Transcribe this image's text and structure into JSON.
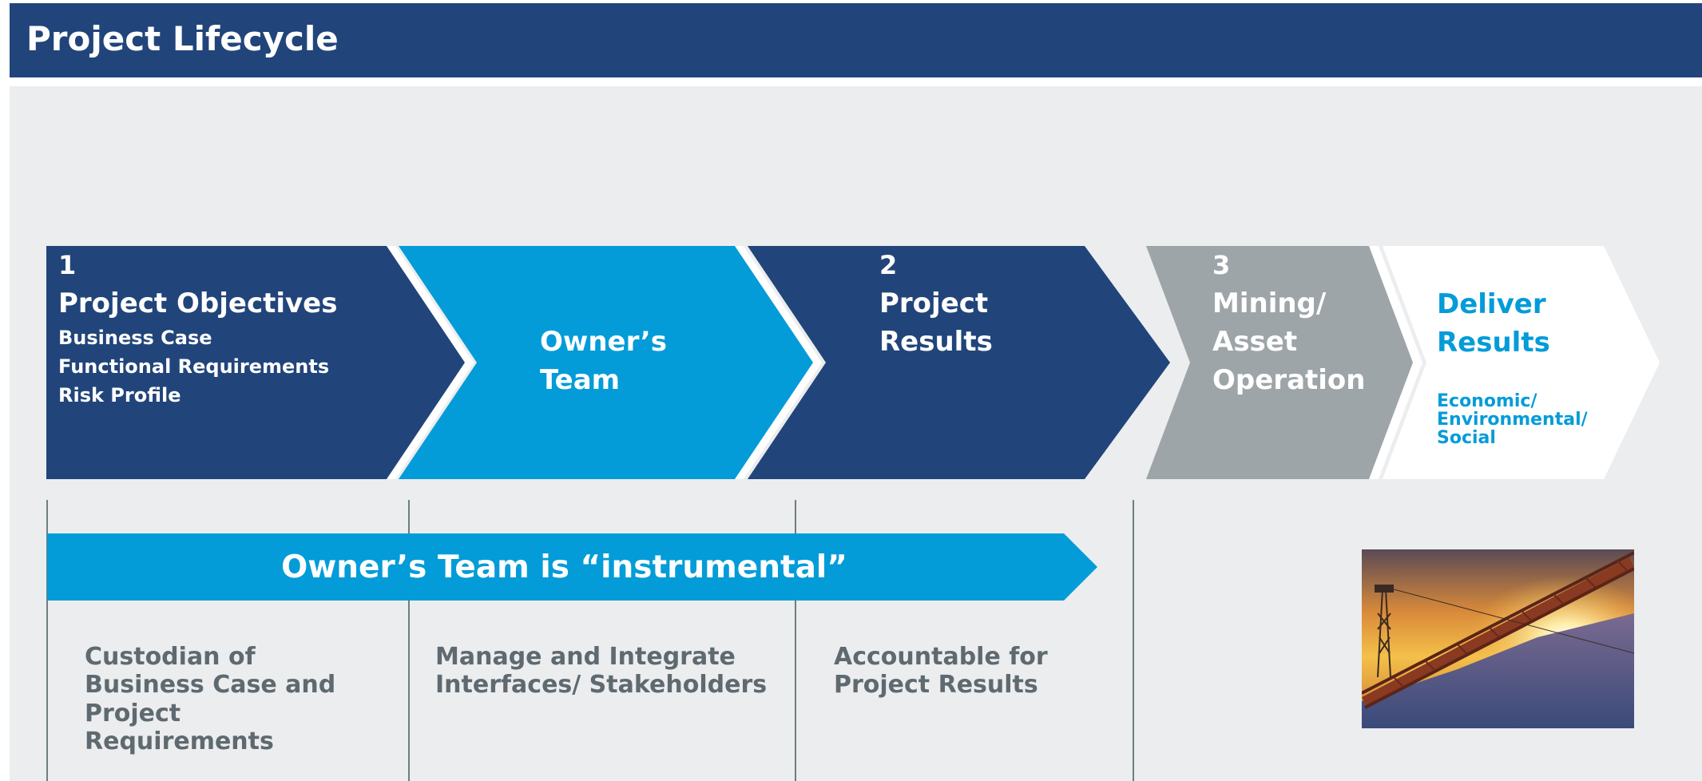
{
  "header": {
    "title": "Project Lifecycle"
  },
  "colors": {
    "navy": "#21457a",
    "cyan": "#039cd8",
    "grey": "#9ea5a9",
    "panel": "#ebedef",
    "text_grey": "#5f6a70",
    "divider": "#6f7f7c"
  },
  "stages": [
    {
      "number": "1",
      "title": "Project Objectives",
      "items": [
        "Business Case",
        "Functional Requirements",
        "Risk Profile"
      ]
    },
    {
      "title_lines": [
        "Owner’s",
        "Team"
      ]
    },
    {
      "number": "2",
      "title_lines": [
        "Project",
        "Results"
      ]
    },
    {
      "number": "3",
      "title_lines": [
        "Mining/",
        "Asset",
        "Operation"
      ]
    },
    {
      "title_lines": [
        "Deliver",
        "Results"
      ],
      "sub_lines": [
        "Economic/",
        "Environmental/",
        "Social"
      ]
    }
  ],
  "banner": {
    "text": "Owner’s Team is “instrumental”"
  },
  "roles": [
    {
      "lines": [
        "Custodian of",
        "Business Case and",
        "Project",
        "Requirements"
      ]
    },
    {
      "lines": [
        "Manage and Integrate",
        "Interfaces/ Stakeholders"
      ]
    },
    {
      "lines": [
        "Accountable for",
        "Project Results"
      ]
    }
  ],
  "photo": {
    "icon": "conveyor-sunset-photo"
  }
}
